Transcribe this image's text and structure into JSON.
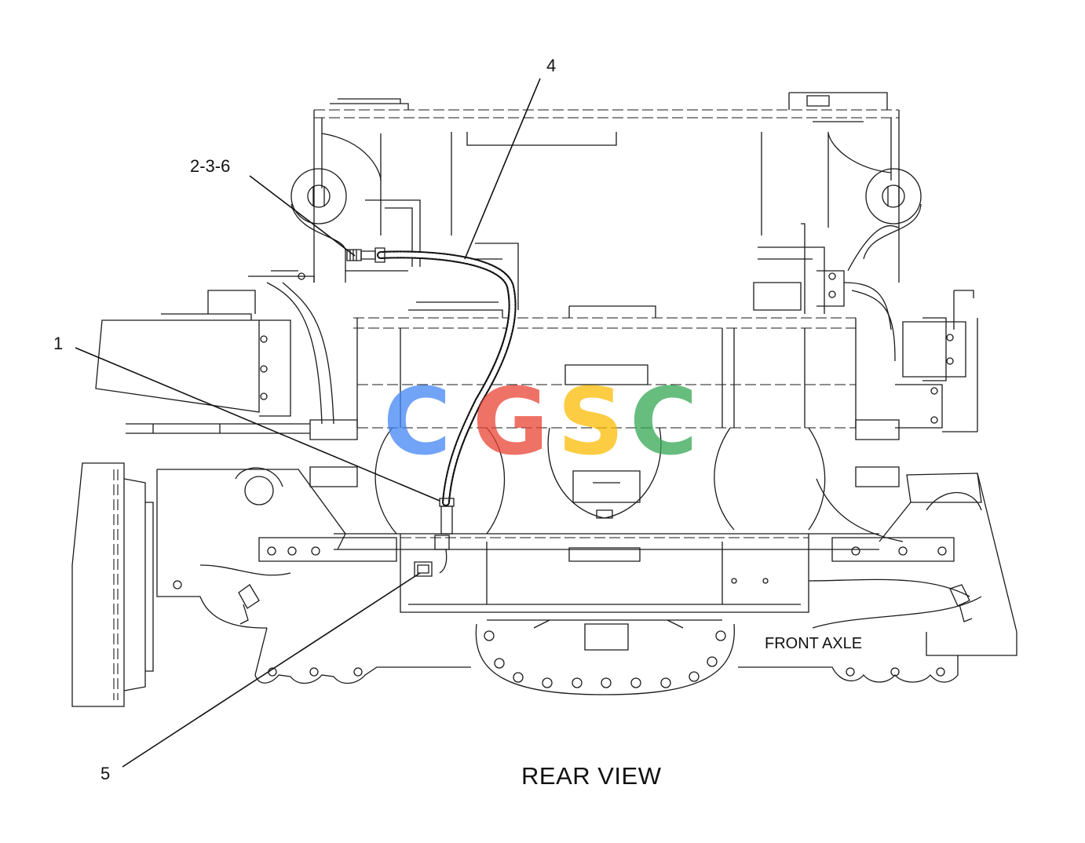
{
  "diagram": {
    "callouts": [
      {
        "id": "c1",
        "text": "1"
      },
      {
        "id": "c2",
        "text": "2-3-6"
      },
      {
        "id": "c4",
        "text": "4"
      },
      {
        "id": "c5",
        "text": "5"
      }
    ],
    "axle_label": "FRONT AXLE",
    "view_title": "REAR VIEW"
  },
  "watermark": {
    "letters": [
      "C",
      "G",
      "S",
      "C"
    ],
    "colors": [
      "#4285f4",
      "#ea4335",
      "#fbbc05",
      "#34a853"
    ]
  },
  "colors": {
    "line": "#1a1a1a",
    "background": "#ffffff"
  }
}
